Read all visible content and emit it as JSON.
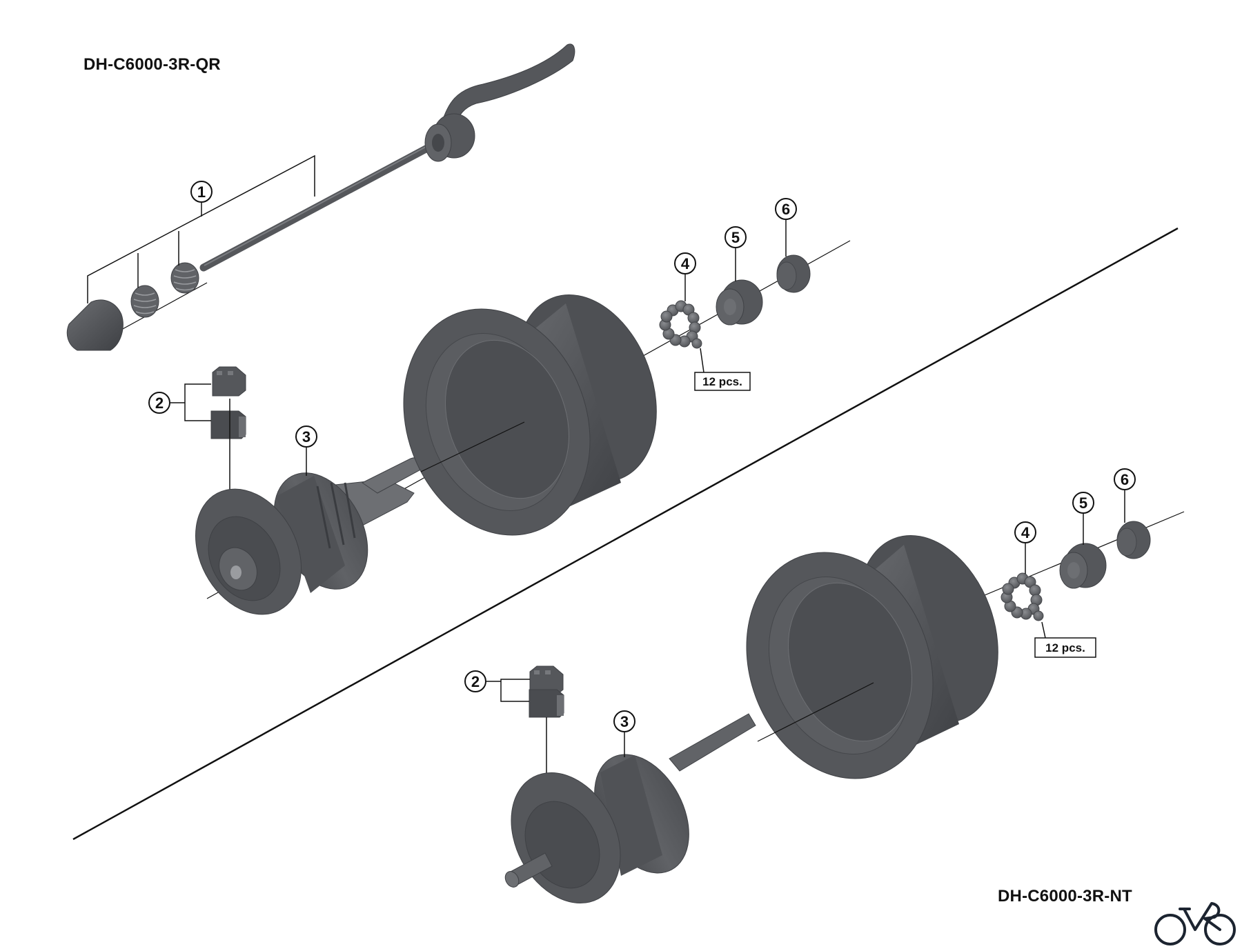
{
  "diagram": {
    "type": "exploded parts diagram",
    "colors": {
      "part_fill": "#55575b",
      "part_dark": "#3f4145",
      "part_light": "#76787c",
      "line": "#111111",
      "background": "#ffffff"
    }
  },
  "assemblies": [
    {
      "model": "DH-C6000-3R-QR",
      "callouts": [
        {
          "number": "1",
          "part": "quick-release skewer assembly"
        },
        {
          "number": "2",
          "part": "connector cover set"
        },
        {
          "number": "3",
          "part": "hub axle / dynamo unit"
        },
        {
          "number": "4",
          "part": "steel balls",
          "quantity": "12 pcs."
        },
        {
          "number": "5",
          "part": "cone"
        },
        {
          "number": "6",
          "part": "lock nut"
        }
      ]
    },
    {
      "model": "DH-C6000-3R-NT",
      "callouts": [
        {
          "number": "2",
          "part": "connector cover set"
        },
        {
          "number": "3",
          "part": "hub axle / dynamo unit"
        },
        {
          "number": "4",
          "part": "steel balls",
          "quantity": "12 pcs."
        },
        {
          "number": "5",
          "part": "cone"
        },
        {
          "number": "6",
          "part": "lock nut"
        }
      ]
    }
  ],
  "labels": {
    "qr_title": "DH-C6000-3R-QR",
    "nt_title": "DH-C6000-3R-NT",
    "c1": "1",
    "c2": "2",
    "c3": "3",
    "c4": "4",
    "c5": "5",
    "c6": "6",
    "qty": "12 pcs."
  },
  "logo": {
    "icon": "bicycle-icon"
  }
}
